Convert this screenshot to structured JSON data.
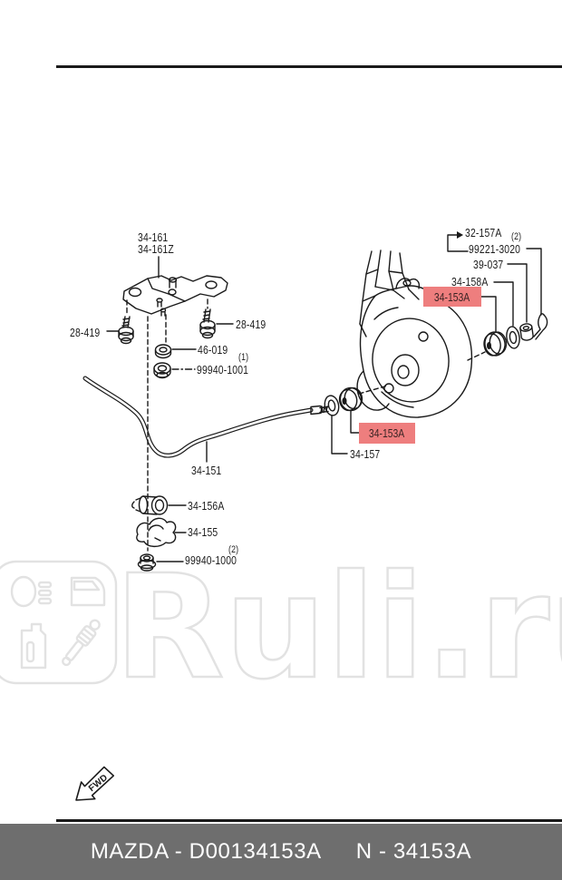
{
  "colors": {
    "highlight": "#ee7e7e",
    "footer_bg": "#6e6e6e",
    "watermark": "#e2e2e2",
    "ink": "#1a1a1a"
  },
  "watermark": {
    "text": "Ruli.ru"
  },
  "fwd": {
    "label": "FWD"
  },
  "footer": {
    "left": "MAZDA - D00134153A",
    "right": "N - 34153A"
  },
  "parts": {
    "p34_161": "34-161",
    "p34_161z": "34-161Z",
    "p28_419_left": "28-419",
    "p28_419_right": "28-419",
    "p46_019": "46-019",
    "qty_1": "(1)",
    "p99940_1001": "99940-1001",
    "p34_151": "34-151",
    "p34_156a": "34-156A",
    "p34_155": "34-155",
    "qty_2_bottom": "(2)",
    "p99940_1000": "99940-1000",
    "p32_157a": "32-157A",
    "qty_2_top": "(2)",
    "p99221_3020": "99221-3020",
    "p39_037": "39-037",
    "p34_158a": "34-158A",
    "p34_153a_top": "34-153A",
    "p34_153a_bottom": "34-153A",
    "p34_157": "34-157"
  }
}
